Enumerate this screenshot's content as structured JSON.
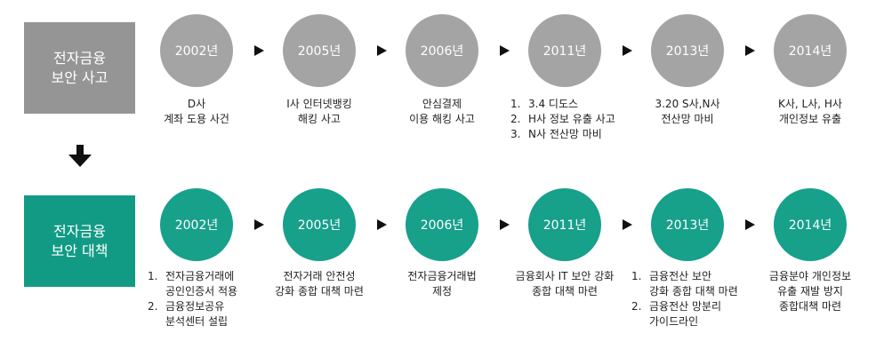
{
  "colors": {
    "incident": "#a4a4a4",
    "incident_label_box": "#959595",
    "policy": "#17a08a",
    "policy_label_box": "#129b84",
    "arrow": "#111111"
  },
  "rows": [
    {
      "label": [
        "전자금융",
        "보안 사고"
      ],
      "years": [
        "2002년",
        "2005년",
        "2006년",
        "2011년",
        "2013년",
        "2014년"
      ],
      "descriptions": [
        {
          "lines": [
            "D사",
            "계좌 도용 사건"
          ]
        },
        {
          "lines": [
            "I사 인터넷뱅킹",
            "해킹 사고"
          ]
        },
        {
          "lines": [
            "안심결제",
            "이용 해킹 사고"
          ]
        },
        {
          "list": [
            {
              "num": "1.",
              "lines": [
                "3.4 디도스"
              ]
            },
            {
              "num": "2.",
              "lines": [
                "H사 정보 유출 사고"
              ]
            },
            {
              "num": "3.",
              "lines": [
                "N사 전산망 마비"
              ]
            }
          ]
        },
        {
          "lines": [
            "3.20 S사,N사",
            "전산망 마비"
          ]
        },
        {
          "lines": [
            "K사, L사, H사",
            "개인정보 유출"
          ]
        }
      ]
    },
    {
      "label": [
        "전자금융",
        "보안 대책"
      ],
      "years": [
        "2002년",
        "2005년",
        "2006년",
        "2011년",
        "2013년",
        "2014년"
      ],
      "descriptions": [
        {
          "list": [
            {
              "num": "1.",
              "lines": [
                "전자금융거래에",
                "공인인증서 적용"
              ]
            },
            {
              "num": "2.",
              "lines": [
                "금융정보공유",
                "분석센터 설립"
              ]
            }
          ]
        },
        {
          "lines": [
            "전자거래 안전성",
            "강화 종합 대책 마련"
          ]
        },
        {
          "lines": [
            "전자금융거래법",
            "제정"
          ]
        },
        {
          "lines": [
            "금융회사 IT 보안 강화",
            "종합 대책 마련"
          ]
        },
        {
          "list": [
            {
              "num": "1.",
              "lines": [
                "금융전산 보안",
                "강화 종합 대책 마련"
              ]
            },
            {
              "num": "2.",
              "lines": [
                "금융전산 망분리",
                "가이드라인"
              ]
            }
          ]
        },
        {
          "lines": [
            "금융분야 개인정보",
            "유출 재발 방지",
            "종합대책 마련"
          ]
        }
      ]
    }
  ]
}
